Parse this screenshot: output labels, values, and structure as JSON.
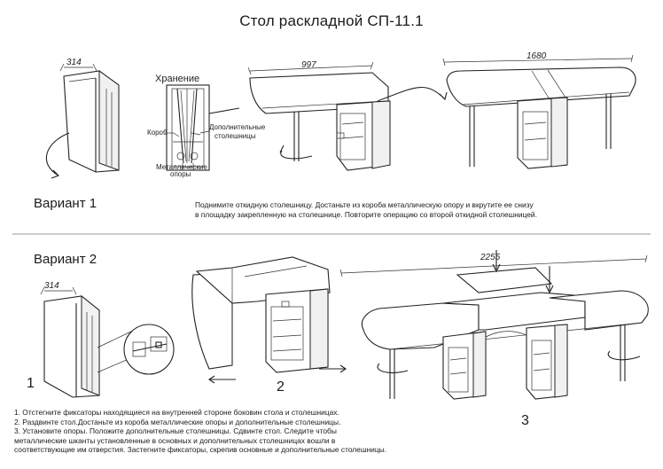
{
  "title": "Стол раскладной СП-11.1",
  "variant1": {
    "label": "Вариант 1",
    "dims": {
      "folded_depth": "314",
      "half_open": "997",
      "open": "1680"
    },
    "storage": {
      "title": "Хранение",
      "box_label": "Короб",
      "extra_tops_label_1": "Дополнительные",
      "extra_tops_label_2": "столешницы",
      "supports_label_1": "Металлические",
      "supports_label_2": "опоры"
    },
    "instructions": [
      "Поднимите откидную столешницу. Достаньте из короба металлическую опору и вкрутите ее снизу",
      "в площадку закрепленную на столешнице. Повторите операцию со второй откидной столешницей."
    ]
  },
  "variant2": {
    "label": "Вариант 2",
    "dims": {
      "folded_depth": "314",
      "full_open": "2255"
    },
    "steps": [
      "1",
      "2",
      "3"
    ],
    "instructions": [
      "1. Отстегните фиксаторы находящиеся на внутренней стороне боковин стола и столешницах.",
      "2. Раздвинте  стол.Достаньте из короба металлические опоры и  дополнительные  столешницы.",
      "3.  Установите опоры.  Положите дополнительные  столешницы.  Сдвинте стол.  Следите  чтобы",
      "   металлические  шканты  установленные  в основных и дополнительных столешницах вошли в",
      "соответствующие им отверстия. Застегните фиксаторы, скрепив  основные и дополнительные столешницы."
    ]
  }
}
